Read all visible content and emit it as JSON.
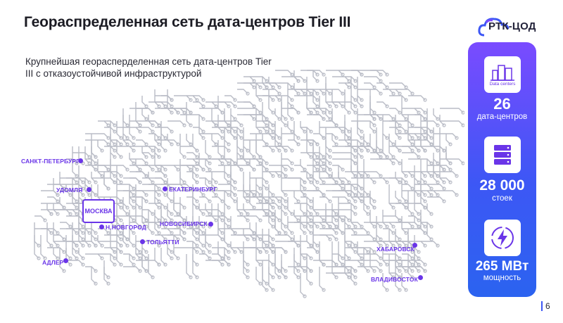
{
  "slide": {
    "title": "Геораспределенная сеть дата-центров Tier III",
    "subtitle": "Крупнейшая георасперделенная сеть дата-центров Tier III с отказоустойчивой инфраструктурой",
    "page_number": "6"
  },
  "logo": {
    "text": "РТК-ЦОД",
    "icon": "cloud-icon"
  },
  "stats": [
    {
      "icon": "buildings-icon",
      "icon_caption": "Data centers",
      "value": "26",
      "label": "дата-центров"
    },
    {
      "icon": "server-rack-icon",
      "value": "28 000",
      "label": "стоек"
    },
    {
      "icon": "power-lightning-icon",
      "value": "265 МВт",
      "label": "мощность"
    }
  ],
  "map": {
    "moscow": "МОСКВА",
    "cities": [
      "САНКТ-ПЕТЕРБУРГ",
      "УДОМЛЯ",
      "ЕКАТЕРИНБУРГ",
      "Н.НОВГОРОД",
      "НОВОСИБИРСК",
      "ТОЛЬЯТТИ",
      "АДЛЕР",
      "ХАБАРОВСК",
      "ВЛАДИВОСТОК"
    ]
  },
  "colors": {
    "accent": "#6a35e8",
    "panel_top": "#7a4bff",
    "panel_bottom": "#2b63f0",
    "circuit": "#b9bcc6"
  }
}
